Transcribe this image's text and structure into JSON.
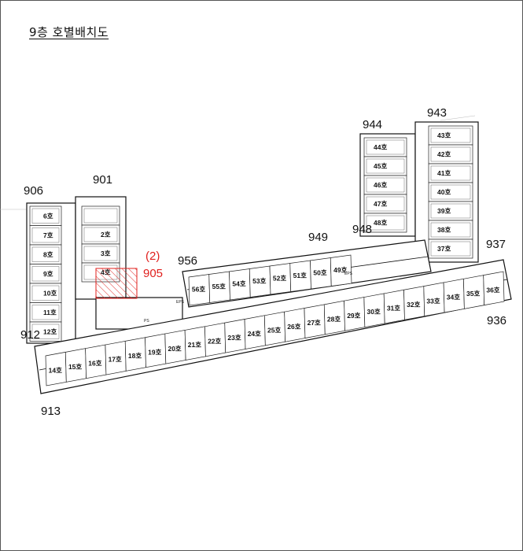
{
  "title": "9층 호별배치도",
  "unit_labels": [
    {
      "text": "906"
    },
    {
      "text": "901"
    },
    {
      "text": "944"
    },
    {
      "text": "943"
    },
    {
      "text": "948"
    },
    {
      "text": "949"
    },
    {
      "text": "937"
    },
    {
      "text": "956"
    },
    {
      "text": "912"
    },
    {
      "text": "936"
    },
    {
      "text": "913"
    }
  ],
  "highlight": {
    "line1": "(2)",
    "line2": "905",
    "color": "#e0201e"
  },
  "room_numbers": {
    "left_wing_a": [
      "6호",
      "7호",
      "8호",
      "9호",
      "10호",
      "11호",
      "12호"
    ],
    "left_wing_b": [
      "2호",
      "3호",
      "4호"
    ],
    "right_wing_a": [
      "44호",
      "45호",
      "46호",
      "47호",
      "48호"
    ],
    "right_wing_b": [
      "43호",
      "42호",
      "41호",
      "40호",
      "39호",
      "38호",
      "37호"
    ],
    "upper_row": [
      "56호",
      "55호",
      "54호",
      "53호",
      "52호",
      "51호",
      "50호",
      "49호"
    ],
    "main_row": [
      "14호",
      "15호",
      "16호",
      "17호",
      "18호",
      "19호",
      "20호",
      "21호",
      "22호",
      "23호",
      "24호",
      "25호",
      "26호",
      "27호",
      "28호",
      "29호",
      "30호",
      "31호",
      "32호",
      "33호",
      "34호",
      "35호",
      "36호"
    ],
    "core_tags": [
      "EPS",
      "EPS",
      "PS"
    ]
  }
}
